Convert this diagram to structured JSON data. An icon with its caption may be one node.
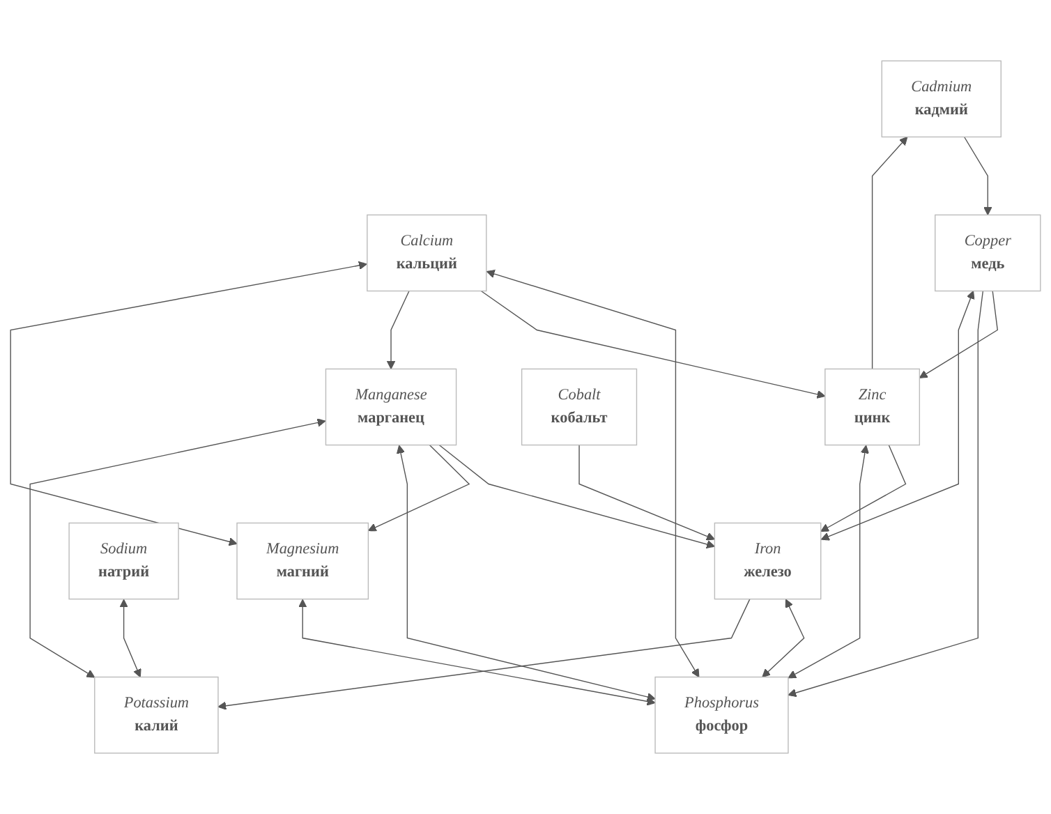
{
  "diagram": {
    "nodes": [
      {
        "text": [
          "Calcium",
          "кальций"
        ]
      },
      {
        "text": [
          "Iron",
          "железо"
        ]
      },
      {
        "text": [
          "Copper",
          "медь"
        ]
      },
      {
        "text": [
          "Sodium",
          "натрий"
        ]
      },
      {
        "text": [
          "Manganese",
          "марганец"
        ]
      },
      {
        "text": [
          "Zinc",
          "цинк"
        ]
      },
      {
        "text": [
          "Magnesium",
          "магний"
        ]
      },
      {
        "text": [
          "Cobalt",
          "кобальт"
        ]
      },
      {
        "text": [
          "Cadmium",
          "кадмий"
        ]
      },
      {
        "text": [
          "Potassium",
          "калий"
        ]
      },
      {
        "text": [
          "Phosphorus",
          "фосфор"
        ]
      }
    ],
    "edges": [
      {
        "from": 1,
        "to": 2,
        "arrow": "both"
      },
      {
        "from": 0,
        "to": 10,
        "arrow": "both"
      },
      {
        "from": 0,
        "to": 5,
        "arrow": "to"
      },
      {
        "from": 0,
        "to": 4,
        "arrow": "to"
      },
      {
        "from": 0,
        "to": 6,
        "arrow": "both"
      },
      {
        "from": 4,
        "to": 1,
        "arrow": "to"
      },
      {
        "from": 5,
        "to": 1,
        "arrow": "to"
      },
      {
        "from": 7,
        "to": 1,
        "arrow": "to"
      },
      {
        "from": 1,
        "to": 10,
        "arrow": "both"
      },
      {
        "from": 1,
        "to": 9,
        "arrow": "to"
      },
      {
        "from": 2,
        "to": 5,
        "arrow": "to"
      },
      {
        "from": 8,
        "to": 2,
        "arrow": "to"
      },
      {
        "from": 2,
        "to": 10,
        "arrow": "to"
      },
      {
        "from": 3,
        "to": 9,
        "arrow": "both"
      },
      {
        "from": 4,
        "to": 6,
        "arrow": "to"
      },
      {
        "from": 4,
        "to": 10,
        "arrow": "both"
      },
      {
        "from": 4,
        "to": 9,
        "arrow": "both"
      },
      {
        "from": 5,
        "to": 10,
        "arrow": "both"
      },
      {
        "from": 5,
        "to": 8,
        "arrow": "to"
      },
      {
        "from": 6,
        "to": 10,
        "arrow": "both"
      }
    ]
  }
}
